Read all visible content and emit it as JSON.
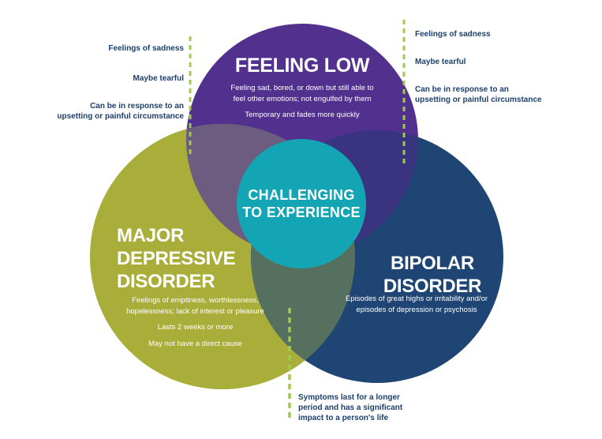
{
  "colors": {
    "purple": "#52308e",
    "olive": "#a9ad3a",
    "blue": "#1e4574",
    "teal": "#14a5b5",
    "overlap_purple_olive": "#6c5d80",
    "overlap_purple_blue": "#3a3480",
    "overlap_olive_blue": "#55705f",
    "annotation_text": "#1c3f6e",
    "dash_line": "#9fc94f"
  },
  "circles": {
    "feeling_low": {
      "title": "FEELING LOW",
      "description": "Feeling sad, bored, or down but still able to\nfeel other emotions; not engulfed by them",
      "note": "Temporary and fades more quickly"
    },
    "major_depressive_disorder": {
      "title": "MAJOR\nDEPRESSIVE\nDISORDER",
      "description": "Feelings of emptiness, worthlessness,\nhopelessness; lack of interest or pleasure",
      "note1": "Lasts 2 weeks or more",
      "note2": "May not have a direct cause"
    },
    "bipolar_disorder": {
      "title": "BIPOLAR\nDISORDER",
      "description": "Episodes of great highs or irritability and/or\nepisodes of depression or psychosis"
    },
    "center": {
      "title": "CHALLENGING\nTO EXPERIENCE"
    }
  },
  "annotations": {
    "top_left": {
      "line1": "Feelings of sadness",
      "line2": "Maybe tearful",
      "line3": "Can be in response to an\nupsetting or painful circumstance"
    },
    "top_right": {
      "line1": "Feelings of sadness",
      "line2": "Maybe tearful",
      "line3": "Can be in response to an\nupsetting or painful circumstance"
    },
    "bottom": {
      "text": "Symptoms last for a longer\nperiod and has a significant\nimpact to a person's life"
    }
  }
}
